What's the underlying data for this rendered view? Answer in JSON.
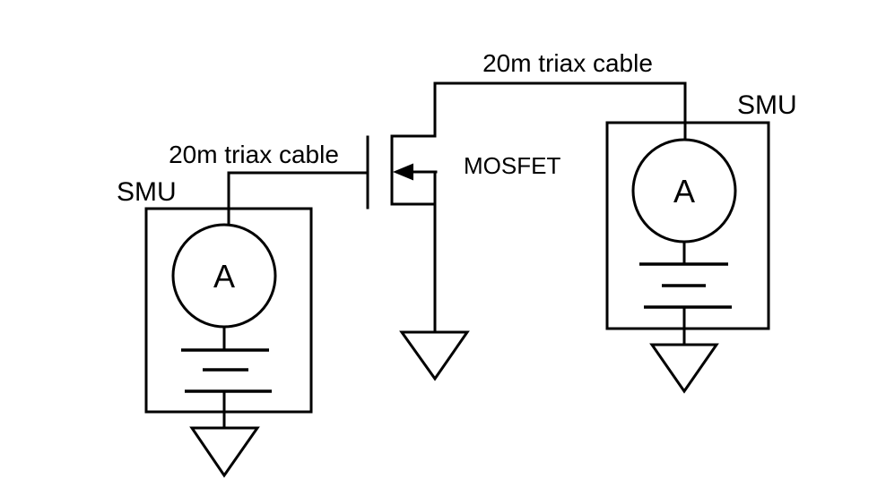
{
  "diagram": {
    "background_color": "#ffffff",
    "line_color": "#000000",
    "labels": {
      "left_cable": "20m triax cable",
      "top_cable": "20m triax cable",
      "left_smu": "SMU",
      "right_smu": "SMU",
      "mosfet": "MOSFET",
      "left_meter": "A",
      "right_meter": "A"
    },
    "components": [
      {
        "name": "left-smu",
        "label": "SMU",
        "parts": [
          "ammeter-circle",
          "battery-symbol",
          "ground-symbol"
        ]
      },
      {
        "name": "mosfet",
        "label": "MOSFET",
        "parts": [
          "gate-bar",
          "channel-bar",
          "drain-lead",
          "source-lead",
          "body-arrow",
          "ground-symbol"
        ]
      },
      {
        "name": "right-smu",
        "label": "SMU",
        "parts": [
          "ammeter-circle",
          "battery-symbol",
          "ground-symbol"
        ]
      }
    ],
    "connections": [
      {
        "from": "left-smu",
        "to": "mosfet-gate",
        "label": "20m triax cable"
      },
      {
        "from": "right-smu",
        "to": "mosfet-drain",
        "label": "20m triax cable"
      }
    ]
  }
}
